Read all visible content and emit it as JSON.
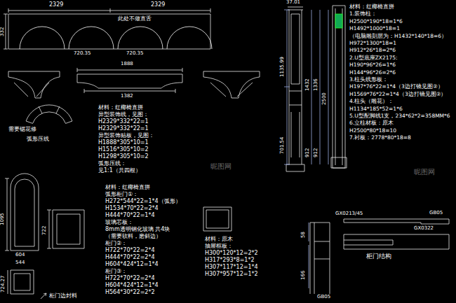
{
  "diagram": {
    "labels": [
      "2329",
      "2329",
      "332",
      "此处不做直舌",
      "720.35",
      "720.35",
      "1888",
      "1382",
      "需要锯花修",
      "弧形压线",
      "材料：红椰椅直拼",
      "异型装饰线，见图：",
      "H2329*332*22=1",
      "H2329*332*22=1",
      "异型装饰贴板，见图：",
      "H1888*305*10=1",
      "H1516*305*10=2",
      "H1298*305*10=2",
      "弧形压线：",
      "见1:1（共四根）",
      "37.01",
      "1135.99",
      "1432",
      "1336",
      "2500",
      "701.54",
      "912",
      "912",
      "材料：红椰椅直拼",
      "1.装饰柱：",
      "H2500*190*18=1*6",
      "H1492*1000*18=1",
      "（电脑雕刻层为：H1432*140*18=6）",
      "H972*1300*18=1",
      "H912*26*18=2*6",
      "2.U型底座ZX2175:",
      "H190*96*26=1*6",
      "H144*96*26=2*6",
      "3.柱头线形板：",
      "H197*76*22=1*4（3边打镜见图②）",
      "H1569*76*22=1*4（3边打镜见图②）",
      "4.柱头（雕花）：",
      "H1134*185*52=1*6",
      "5.U型配脚线1支，234*62*2=358MM*6",
      "6.立柱材板：原木",
      "H2500*80*18=10",
      "7.衬板：2778*80*18=8",
      "1095",
      "604",
      "544",
      "722",
      "724.27",
      "柜门边封料",
      "材料：红椰椅直拼",
      "弧形柜门①：",
      "H272*544*22=1*4（弧形）",
      "H1534*70*22=2*4",
      "H444*70*22=1*4",
      "玻璃芯板：",
      "8mm透明钢化玻璃 共4块",
      "（需要软料，磨斜边）",
      "柜门②：",
      "H722*70*22=2*4",
      "H444*70*22=2*4",
      "H604*424*12=1*4",
      "柜门③：",
      "H722*70*22=2*4",
      "H604*424*12=1*4",
      "H564*30*22=2*2",
      "材料：原木",
      "抽屉框板：",
      "H300*120*12=2*2",
      "H317*293*8=1*2",
      "H307*117*12=1*4",
      "H307*957*12=1*2",
      "GX0213/45",
      "GB05",
      "GX0322",
      "柜门结构",
      "58",
      "166",
      "GB05",
      "昵图网",
      "昵图网"
    ]
  }
}
